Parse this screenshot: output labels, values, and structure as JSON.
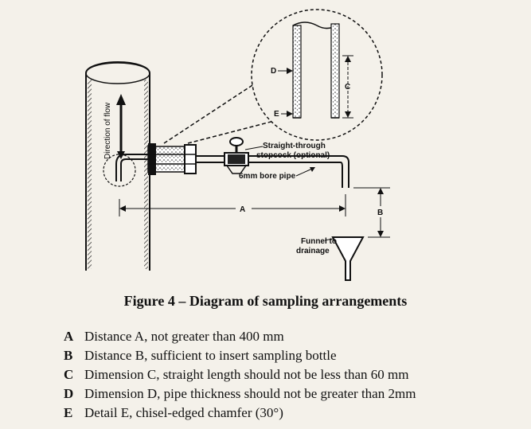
{
  "diagram": {
    "side_label": "Direction of flow",
    "stopcock_label_line1": "Straight-through",
    "stopcock_label_line2": "stopcock (optional)",
    "pipe_label": "6mm bore pipe",
    "funnel_label_line1": "Funnel to",
    "funnel_label_line2": "drainage",
    "label_a": "A",
    "label_b": "B",
    "label_c": "C",
    "label_d": "D",
    "label_e": "E"
  },
  "caption": "Figure 4 – Diagram of sampling arrangements",
  "legend": [
    {
      "key": "A",
      "text": "Distance A, not greater than 400 mm"
    },
    {
      "key": "B",
      "text": "Distance B, sufficient to insert sampling bottle"
    },
    {
      "key": "C",
      "text": "Dimension C, straight length should not be less than 60 mm"
    },
    {
      "key": "D",
      "text": "Dimension D, pipe thickness should not be greater than 2mm"
    },
    {
      "key": "E",
      "text": "Detail E, chisel-edged chamfer (30°)"
    }
  ]
}
